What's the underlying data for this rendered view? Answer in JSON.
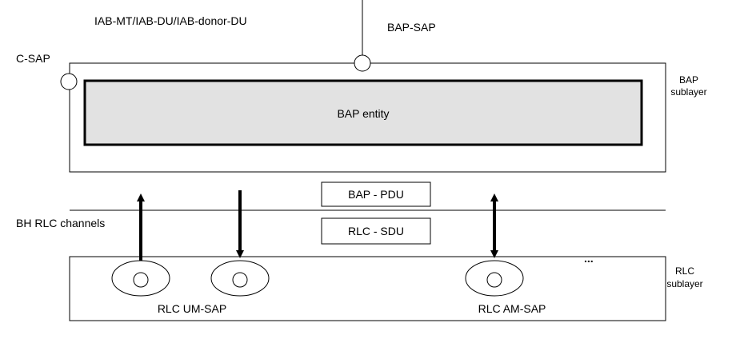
{
  "header_label": "IAB-MT/IAB-DU/IAB-donor-DU",
  "bap_sap_label": "BAP-SAP",
  "c_sap_label": "C-SAP",
  "bap_entity_label": "BAP entity",
  "bap_sublayer_label": {
    "line1": "BAP",
    "line2": "sublayer"
  },
  "bap_pdu_label": "BAP - PDU",
  "rlc_sdu_label": "RLC - SDU",
  "bh_rlc_channels_label": "BH RLC channels",
  "rlc_sublayer_label": {
    "line1": "RLC",
    "line2": "sublayer"
  },
  "ellipsis": "...",
  "rlc_um_sap_label": "RLC UM-SAP",
  "rlc_am_sap_label": "RLC AM-SAP",
  "colors": {
    "stroke": "#000000",
    "entity_fill": "#e2e2e2",
    "background": "#ffffff"
  }
}
